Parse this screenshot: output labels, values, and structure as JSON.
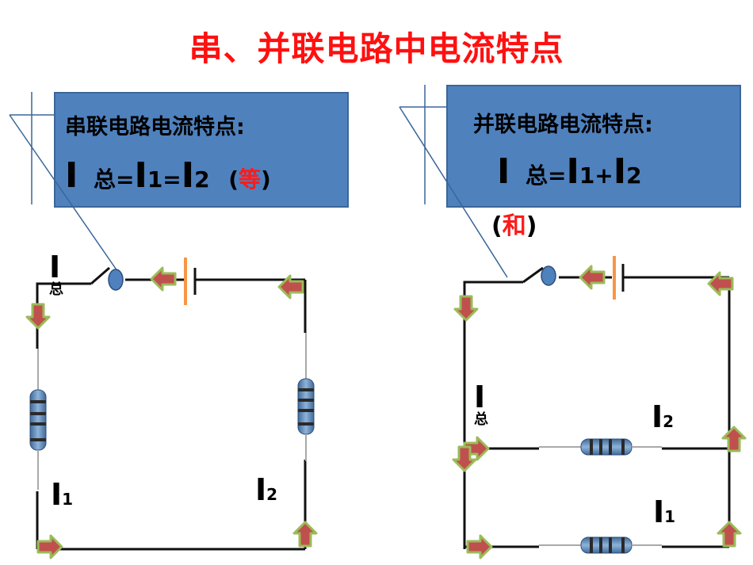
{
  "title": "串、并联电路中电流特点",
  "series_box": {
    "heading": "串联电路电流特点:",
    "I": "I",
    "zong": "总",
    "eq1": "=",
    "I1": "I",
    "sub1": "1",
    "eq2": "=",
    "I2": "I",
    "sub2": "2",
    "paren_open": "(",
    "deng": "等",
    "paren_close": ")"
  },
  "parallel_box": {
    "heading": "并联电路电流特点:",
    "I": "I",
    "zong": "总",
    "eq": "=",
    "I1": "I",
    "sub1": "1",
    "plus": "+",
    "I2": "I",
    "sub2": "2",
    "paren_open": "(",
    "he": "和",
    "paren_close": ")"
  },
  "series_labels": {
    "Izong": "I",
    "zong": "总",
    "I1": "I",
    "sub1": "1",
    "I2": "I",
    "sub2": "2"
  },
  "parallel_labels": {
    "Izong": "I",
    "zong": "总",
    "I2": "I",
    "sub2": "2",
    "I1": "I",
    "sub1": "1"
  },
  "colors": {
    "title": "#ff1010",
    "box_fill": "#4f81bd",
    "arrow_fill": "#c0504d",
    "arrow_outline": "#9bbb59",
    "battery_plate": "#f79646",
    "resistor": "#5b86b8"
  }
}
